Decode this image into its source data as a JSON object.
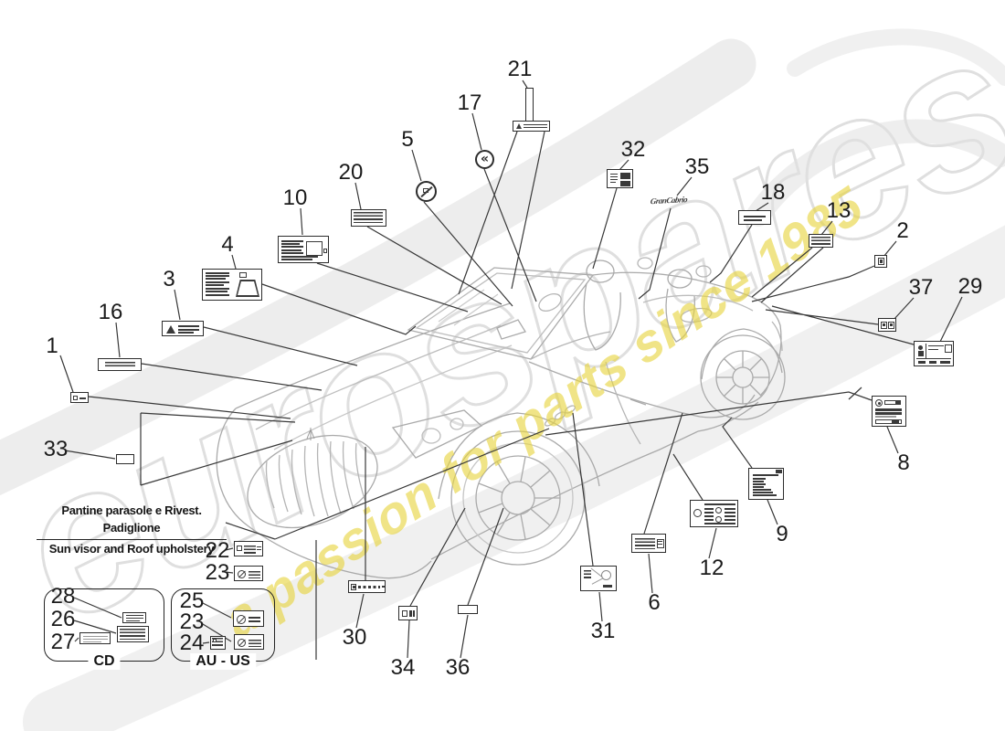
{
  "watermark": {
    "brand": "eurospares",
    "tagline": "a passion for parts since 1985",
    "brand_stroke_color": "#b2b2b2",
    "tagline_color": "#e7d43e"
  },
  "caption": {
    "line1": "Pantine parasole e Rivest. Padiglione",
    "line2": "Sun visor and Roof upholstery"
  },
  "groups": {
    "cd": "CD",
    "au": "AU - US"
  },
  "emblem_text": "GranCabrio",
  "callouts": {
    "n1": "1",
    "n2": "2",
    "n3": "3",
    "n4": "4",
    "n5": "5",
    "n6": "6",
    "n8": "8",
    "n9": "9",
    "n10": "10",
    "n12": "12",
    "n13": "13",
    "n16": "16",
    "n17": "17",
    "n18": "18",
    "n20": "20",
    "n21": "21",
    "n22": "22",
    "n23": "23",
    "n23b": "23",
    "n24": "24",
    "n25": "25",
    "n26": "26",
    "n27": "27",
    "n28": "28",
    "n29": "29",
    "n30": "30",
    "n31": "31",
    "n32": "32",
    "n33": "33",
    "n34": "34",
    "n35": "35",
    "n36": "36",
    "n37": "37"
  }
}
